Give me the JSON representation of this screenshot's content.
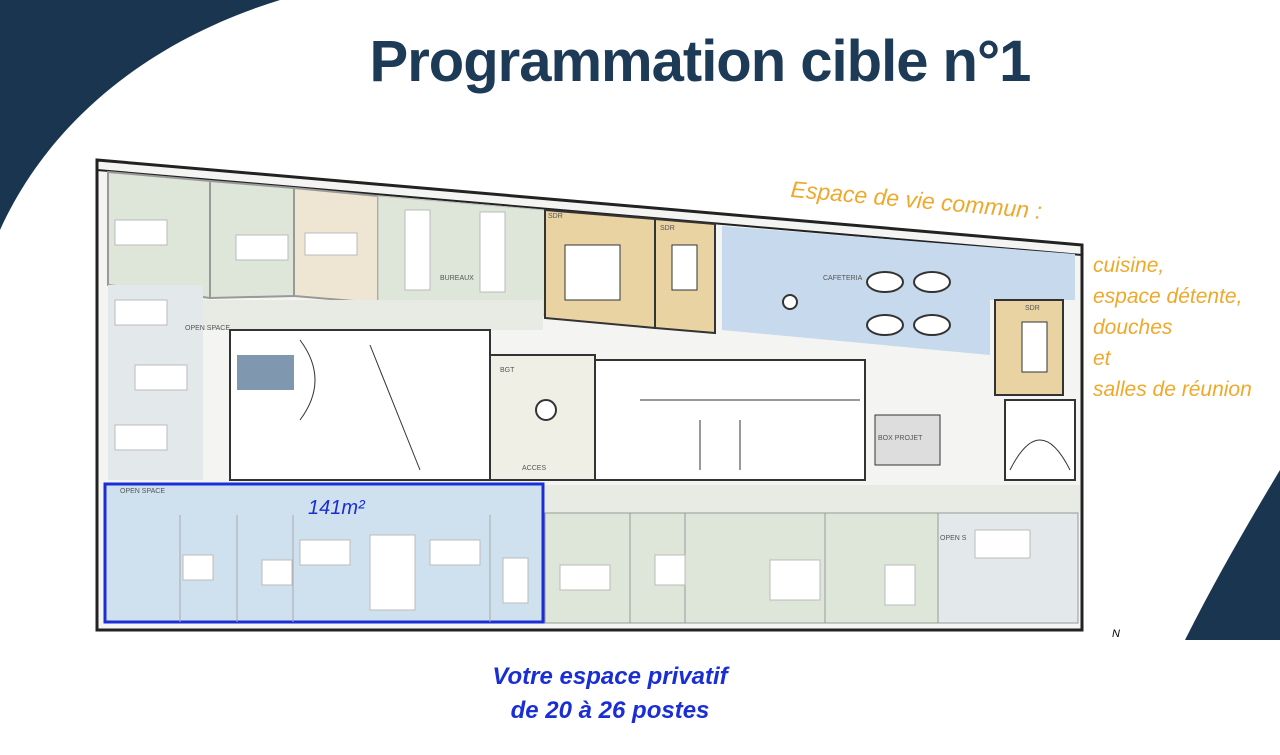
{
  "title": "Programmation cible n°1",
  "common_space": {
    "heading": "Espace de vie commun :",
    "items": [
      "cuisine,",
      "espace détente,",
      "douches",
      "et",
      "salles de réunion"
    ],
    "color": "#f0a82a"
  },
  "private_space": {
    "area": "141m²",
    "line1": "Votre espace privatif",
    "line2": "de 20 à 26 postes",
    "color": "#1a2ed6"
  },
  "plan_labels": {
    "sdr1": "SDR",
    "sdr2": "SDR",
    "sdr3": "SDR",
    "cafeteria": "CAFETERIA",
    "bureaux": "BUREAUX",
    "open_space_top": "OPEN SPACE",
    "open_space_bottom": "OPEN SPACE",
    "open_space_right": "OPEN S",
    "bgt": "BGT",
    "acces": "ACCES",
    "box_projet": "BOX PROJET",
    "north": "N"
  },
  "colors": {
    "navy": "#1a3550",
    "title": "#1d3a57"
  }
}
